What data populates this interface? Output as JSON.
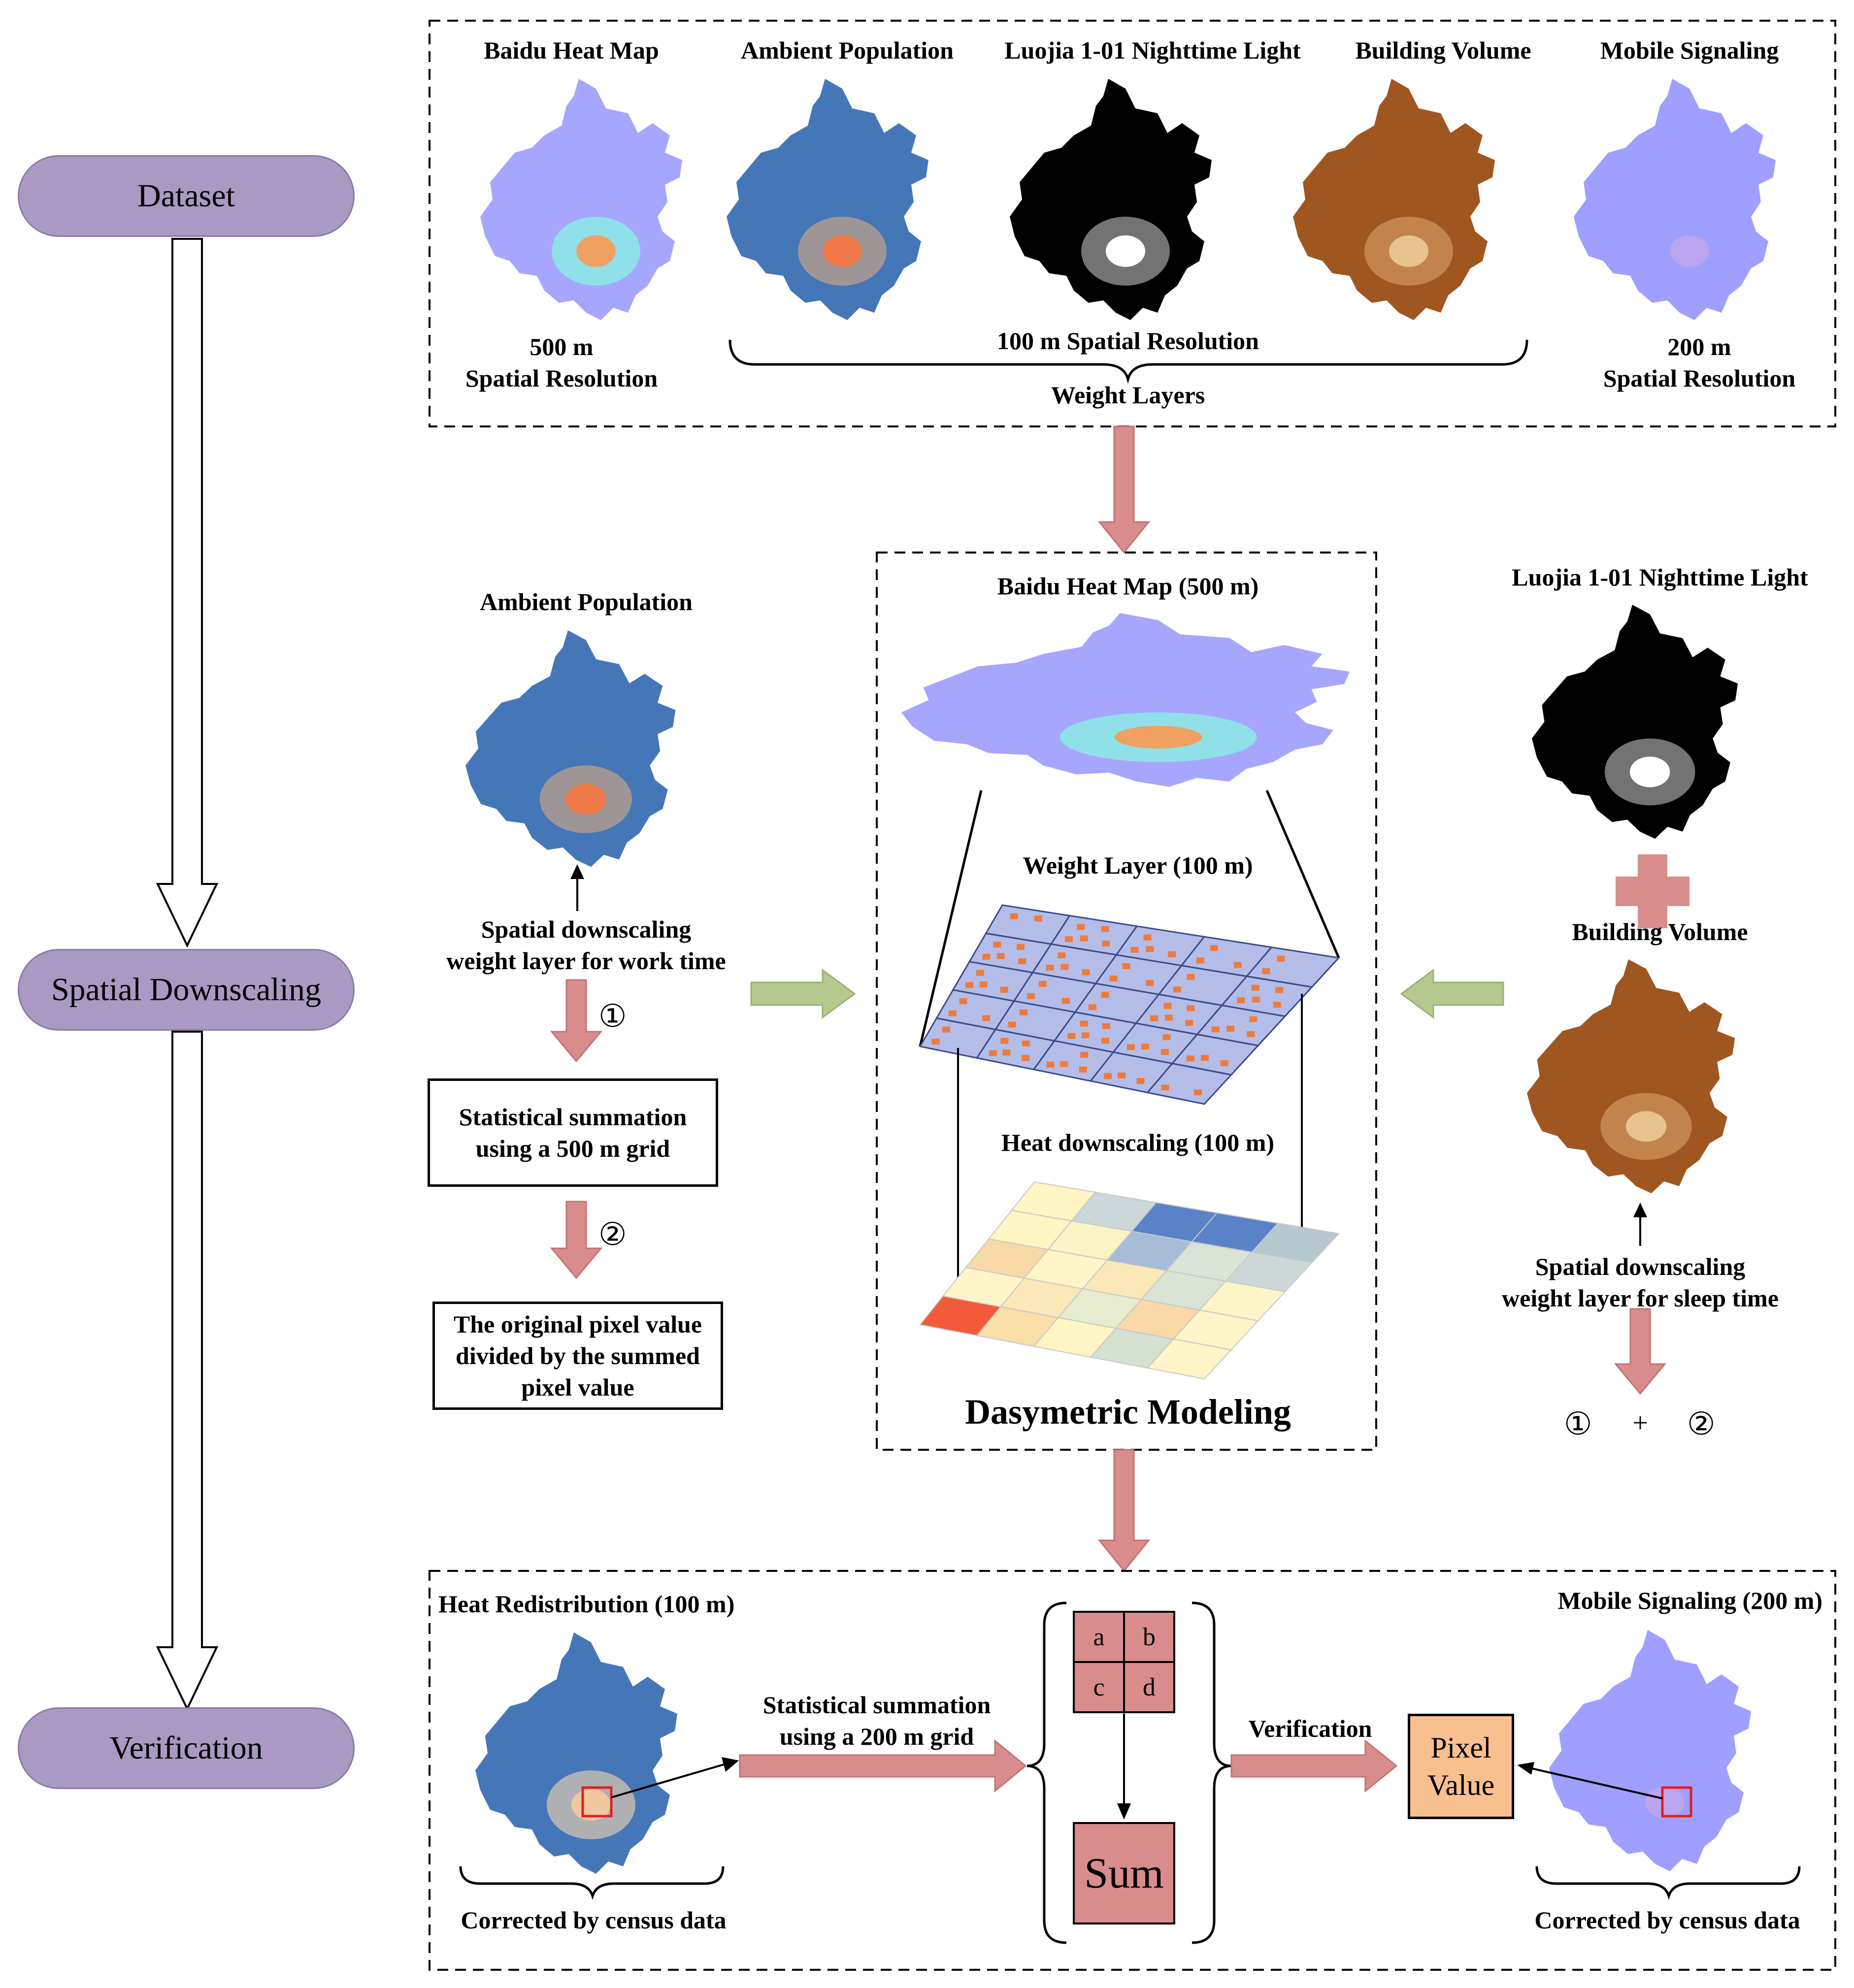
{
  "stages": [
    {
      "id": "dataset",
      "label": "Dataset"
    },
    {
      "id": "spatial_downscaling",
      "label": "Spatial Downscaling"
    },
    {
      "id": "verification",
      "label": "Verification"
    }
  ],
  "dataset_panel": {
    "maps": [
      {
        "title": "Baidu Heat Map"
      },
      {
        "title": "Ambient Population"
      },
      {
        "title": "Luojia 1-01 Nighttime Light"
      },
      {
        "title": "Building Volume"
      },
      {
        "title": "Mobile Signaling"
      }
    ],
    "res_500": "500 m\nSpatial Resolution",
    "res_100": "100 m Spatial Resolution",
    "weight_layers": "Weight Layers",
    "res_200": "200 m\nSpatial Resolution"
  },
  "work_time": {
    "map_title": "Ambient Population",
    "weight_label": "Spatial downscaling\nweight layer for work time",
    "step1_mark": "①",
    "step1_box": "Statistical summation\nusing a 500 m grid",
    "step2_mark": "②",
    "step2_box": "The original pixel value\ndivided by the summed\npixel value"
  },
  "dasymetric": {
    "heat_map_title": "Baidu Heat Map (500 m)",
    "weight_layer_title": "Weight Layer (100 m)",
    "heat_downscaling_title": "Heat downscaling (100 m)",
    "model_title": "Dasymetric Modeling"
  },
  "sleep_time": {
    "light_title": "Luojia 1-01 Nighttime Light",
    "building_title": "Building Volume",
    "weight_label": "Spatial downscaling\nweight layer for sleep time",
    "formula_a": "①",
    "formula_plus": "+",
    "formula_b": "②"
  },
  "verification_panel": {
    "redistribution_title": "Heat Redistribution (100 m)",
    "left_corrected": "Corrected by census data",
    "summation_label": "Statistical summation\nusing a 200 m grid",
    "grid_cells": [
      "a",
      "b",
      "c",
      "d"
    ],
    "sum_label": "Sum",
    "verify_label": "Verification",
    "pixel_value": "Pixel\nValue",
    "mobile_title": "Mobile Signaling (200 m)",
    "right_corrected": "Corrected by census data"
  },
  "colors": {
    "stage_pill": "#a89ac2",
    "flow_arrow": "#d98c8c",
    "side_arrow": "#b5c98f",
    "baidu_map": "#a6a6ff",
    "ambient_map": "#4577b8",
    "night_map": "#000000",
    "building_map": "#a0561f",
    "mobile_map": "#9f9fff",
    "pixel_box": "#f9c08f"
  }
}
